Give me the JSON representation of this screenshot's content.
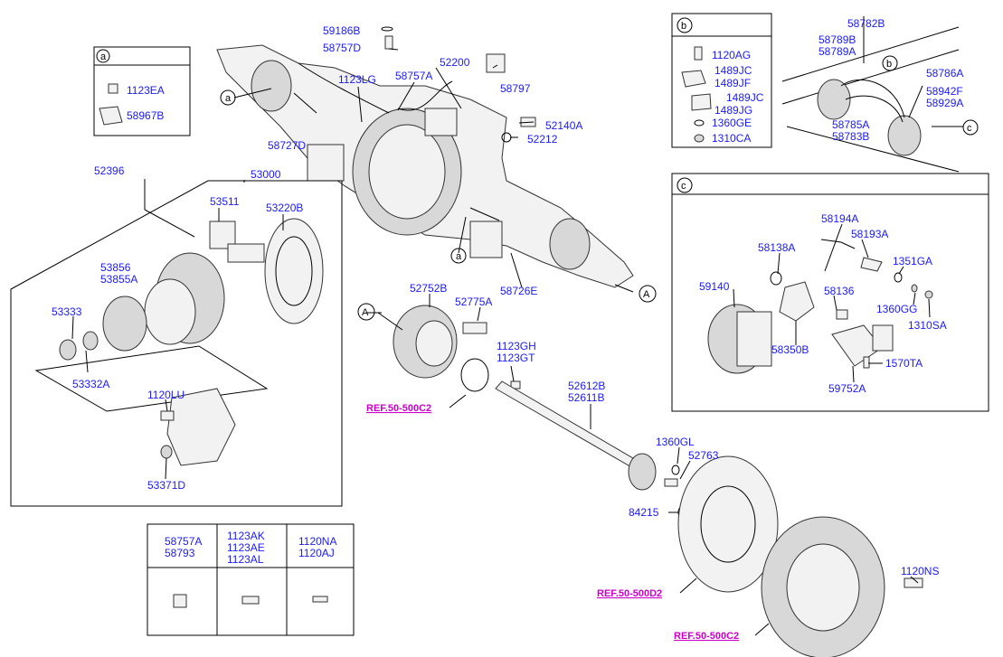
{
  "labels": {
    "p59186B": "59186B",
    "p58757D": "58757D",
    "p52200": "52200",
    "p58797": "58797",
    "p1123LG": "1123LG",
    "p58757A": "58757A",
    "p52140A": "52140A",
    "p52212": "52212",
    "p58727D": "58727D",
    "p52396": "52396",
    "p53000": "53000",
    "p53511": "53511",
    "p53220B": "53220B",
    "p53856": "53856",
    "p53855A": "53855A",
    "p53333": "53333",
    "p53332A": "53332A",
    "p1120LU": "1120LU",
    "p53371D": "53371D",
    "p58726E": "58726E",
    "p52752B": "52752B",
    "p52775A": "52775A",
    "p1123GH": "1123GH",
    "p1123GT": "1123GT",
    "p52612B": "52612B",
    "p52611B": "52611B",
    "p1360GL": "1360GL",
    "p52763": "52763",
    "p84215": "84215",
    "p1120NS": "1120NS",
    "p58782B": "58782B",
    "p58789B": "58789B",
    "p58789A": "58789A",
    "p58786A": "58786A",
    "p58942F": "58942F",
    "p58929A": "58929A",
    "p58785A": "58785A",
    "p58783B": "58783B",
    "p58194A": "58194A",
    "p58193A": "58193A",
    "p58138A": "58138A",
    "p1351GA": "1351GA",
    "p59140": "59140",
    "p58136": "58136",
    "p1360GG": "1360GG",
    "p1310SA": "1310SA",
    "p58350B": "58350B",
    "p1570TA": "1570TA",
    "p59752A": "59752A"
  },
  "refs": {
    "ref_c2_mid": "REF.50-500C2",
    "ref_d2": "REF.50-500D2",
    "ref_c2_bottom": "REF.50-500C2"
  },
  "callouts": {
    "a": "a",
    "b": "b",
    "c": "c",
    "A": "A"
  },
  "inset_a": {
    "letter": "a",
    "items": [
      "1123EA",
      "58967B"
    ]
  },
  "inset_b": {
    "letter": "b",
    "items": [
      "1120AG",
      "1489JC",
      "1489JF",
      "1489JC",
      "1489JG",
      "1360GE",
      "1310CA"
    ]
  },
  "inset_c": {
    "letter": "c"
  },
  "fastener_table": {
    "col1": [
      "58757A",
      "58793"
    ],
    "col2": [
      "1123AK",
      "1123AE",
      "1123AL"
    ],
    "col3": [
      "1120NA",
      "1120AJ"
    ]
  }
}
